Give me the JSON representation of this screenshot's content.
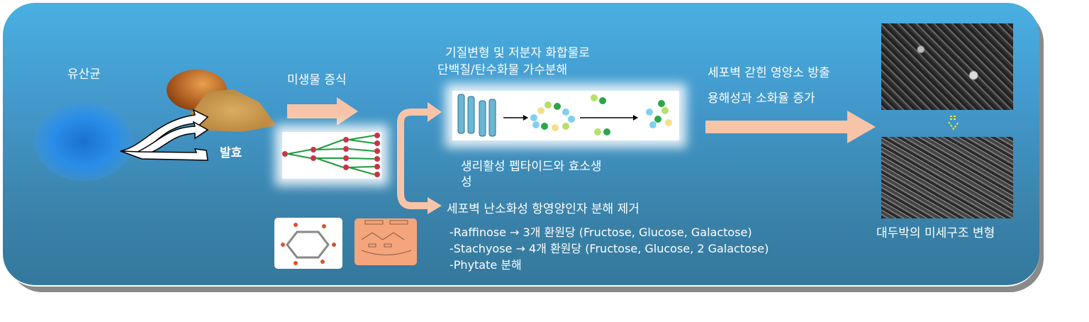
{
  "labels": {
    "lactic_bacteria": "유산균",
    "fermentation": "발효",
    "microbe_growth": "미생물 증식",
    "hydrolysis_line1": "기질변형 및 저분자 화합물로",
    "hydrolysis_line2": "단백질/탄수화물 가수분해",
    "bioactive_line1": "생리활성 펩타이드와 효소생",
    "bioactive_line2": "성",
    "antinutrient_title": "세포벽 난소화성  항영양인자 분해 제거",
    "raffinose": "-Raffinose → 3개 환원당 (Fructose, Glucose, Galactose)",
    "stachyose": "-Stachyose → 4개 환원당 (Fructose, Glucose, 2 Galactose)",
    "phytate": "-Phytate 분해",
    "release_line1": "세포벽 갇힌 영양소 방출",
    "release_line2": "용해성과 소화율 증가",
    "microstructure": "대두박의 미세구조 변형"
  },
  "colors": {
    "arrow": "#f8c4a8",
    "panel_top": "#4aafe2",
    "panel_bottom": "#34789c"
  }
}
